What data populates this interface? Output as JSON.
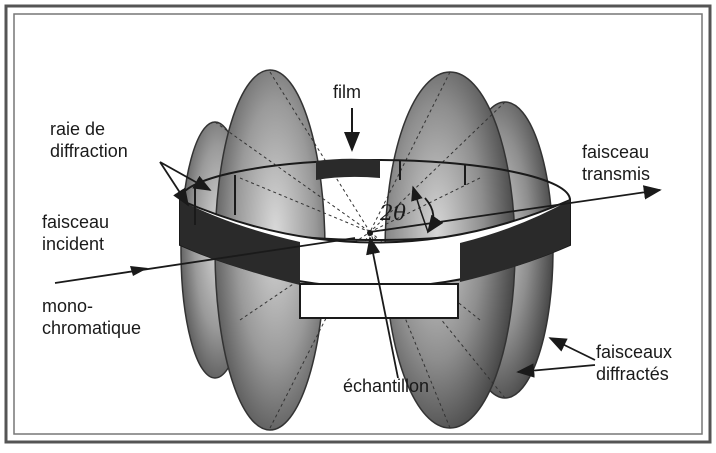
{
  "labels": {
    "film": "film",
    "diffraction_line": [
      "raie de",
      "diffraction"
    ],
    "incident_beam": [
      "faisceau",
      "incident"
    ],
    "monochromatic": [
      "mono-",
      "chromatique"
    ],
    "transmitted_beam": [
      "faisceau",
      "transmis"
    ],
    "diffracted_beams": [
      "faisceaux",
      "diffractés"
    ],
    "sample": "échantillon",
    "angle": "2θ"
  },
  "colors": {
    "frame": "#555555",
    "ink": "#1a1a1a",
    "cone_fill": "#9a9a9a",
    "film_band_dark": "#2a2a2a",
    "background": "#ffffff"
  }
}
